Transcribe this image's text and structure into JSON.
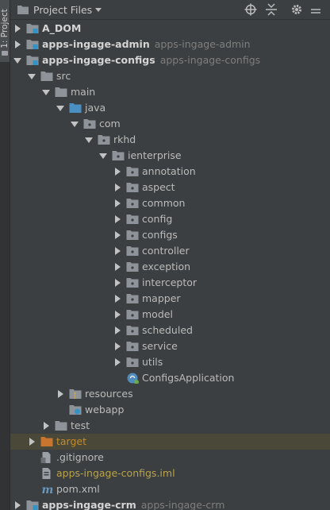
{
  "sidebar": {
    "project_tab_label": "1: Project"
  },
  "header": {
    "title": "Project Files"
  },
  "tree": [
    {
      "label": "A_DOM",
      "hint": "",
      "depth": 0,
      "expanded": false,
      "icon": "module-folder-icon",
      "bold": true,
      "color": "default"
    },
    {
      "label": "apps-ingage-admin",
      "hint": "apps-ingage-admin",
      "depth": 0,
      "expanded": false,
      "icon": "module-folder-icon",
      "bold": true,
      "color": "default"
    },
    {
      "label": "apps-ingage-configs",
      "hint": "apps-ingage-configs",
      "depth": 0,
      "expanded": true,
      "icon": "module-folder-icon",
      "bold": true,
      "color": "default"
    },
    {
      "label": "src",
      "hint": "",
      "depth": 1,
      "expanded": true,
      "icon": "folder-icon",
      "bold": false,
      "color": "default"
    },
    {
      "label": "main",
      "hint": "",
      "depth": 2,
      "expanded": true,
      "icon": "folder-icon",
      "bold": false,
      "color": "default"
    },
    {
      "label": "java",
      "hint": "",
      "depth": 3,
      "expanded": true,
      "icon": "source-root-folder-icon",
      "bold": false,
      "color": "default"
    },
    {
      "label": "com",
      "hint": "",
      "depth": 4,
      "expanded": true,
      "icon": "package-icon",
      "bold": false,
      "color": "default"
    },
    {
      "label": "rkhd",
      "hint": "",
      "depth": 5,
      "expanded": true,
      "icon": "package-icon",
      "bold": false,
      "color": "default"
    },
    {
      "label": "ienterprise",
      "hint": "",
      "depth": 6,
      "expanded": true,
      "icon": "package-icon",
      "bold": false,
      "color": "default"
    },
    {
      "label": "annotation",
      "hint": "",
      "depth": 7,
      "expanded": false,
      "icon": "package-icon",
      "bold": false,
      "color": "default"
    },
    {
      "label": "aspect",
      "hint": "",
      "depth": 7,
      "expanded": false,
      "icon": "package-icon",
      "bold": false,
      "color": "default"
    },
    {
      "label": "common",
      "hint": "",
      "depth": 7,
      "expanded": false,
      "icon": "package-icon",
      "bold": false,
      "color": "default"
    },
    {
      "label": "config",
      "hint": "",
      "depth": 7,
      "expanded": false,
      "icon": "package-icon",
      "bold": false,
      "color": "default"
    },
    {
      "label": "configs",
      "hint": "",
      "depth": 7,
      "expanded": false,
      "icon": "package-icon",
      "bold": false,
      "color": "default"
    },
    {
      "label": "controller",
      "hint": "",
      "depth": 7,
      "expanded": false,
      "icon": "package-icon",
      "bold": false,
      "color": "default"
    },
    {
      "label": "exception",
      "hint": "",
      "depth": 7,
      "expanded": false,
      "icon": "package-icon",
      "bold": false,
      "color": "default"
    },
    {
      "label": "interceptor",
      "hint": "",
      "depth": 7,
      "expanded": false,
      "icon": "package-icon",
      "bold": false,
      "color": "default"
    },
    {
      "label": "mapper",
      "hint": "",
      "depth": 7,
      "expanded": false,
      "icon": "package-icon",
      "bold": false,
      "color": "default"
    },
    {
      "label": "model",
      "hint": "",
      "depth": 7,
      "expanded": false,
      "icon": "package-icon",
      "bold": false,
      "color": "default"
    },
    {
      "label": "scheduled",
      "hint": "",
      "depth": 7,
      "expanded": false,
      "icon": "package-icon",
      "bold": false,
      "color": "default"
    },
    {
      "label": "service",
      "hint": "",
      "depth": 7,
      "expanded": false,
      "icon": "package-icon",
      "bold": false,
      "color": "default"
    },
    {
      "label": "utils",
      "hint": "",
      "depth": 7,
      "expanded": false,
      "icon": "package-icon",
      "bold": false,
      "color": "default"
    },
    {
      "label": "ConfigsApplication",
      "hint": "",
      "depth": 7,
      "expanded": null,
      "icon": "spring-boot-class-icon",
      "bold": false,
      "color": "default"
    },
    {
      "label": "resources",
      "hint": "",
      "depth": 3,
      "expanded": false,
      "icon": "resources-folder-icon",
      "bold": false,
      "color": "default"
    },
    {
      "label": "webapp",
      "hint": "",
      "depth": 3,
      "expanded": null,
      "icon": "web-folder-icon",
      "bold": false,
      "color": "default"
    },
    {
      "label": "test",
      "hint": "",
      "depth": 2,
      "expanded": false,
      "icon": "folder-icon",
      "bold": false,
      "color": "default"
    },
    {
      "label": "target",
      "hint": "",
      "depth": 1,
      "expanded": false,
      "icon": "excluded-folder-icon",
      "bold": false,
      "color": "orange",
      "selected": true
    },
    {
      "label": ".gitignore",
      "hint": "",
      "depth": 1,
      "expanded": null,
      "icon": "file-icon",
      "bold": false,
      "color": "default"
    },
    {
      "label": "apps-ingage-configs.iml",
      "hint": "",
      "depth": 1,
      "expanded": null,
      "icon": "iml-file-icon",
      "bold": false,
      "color": "yellow"
    },
    {
      "label": "pom.xml",
      "hint": "",
      "depth": 1,
      "expanded": null,
      "icon": "maven-icon",
      "bold": false,
      "color": "default"
    },
    {
      "label": "apps-ingage-crm",
      "hint": "apps-ingage-crm",
      "depth": 0,
      "expanded": false,
      "icon": "module-folder-icon",
      "bold": true,
      "color": "default"
    }
  ],
  "colors": {
    "background": "#3c3f41",
    "text": "#bbbbbb",
    "muted": "#7e7e7e",
    "folder": "#8d9399",
    "source_root": "#4a8fc2",
    "excluded": "#c8752d",
    "selected_row": "#4a4838",
    "iml_text": "#b9a24a"
  }
}
